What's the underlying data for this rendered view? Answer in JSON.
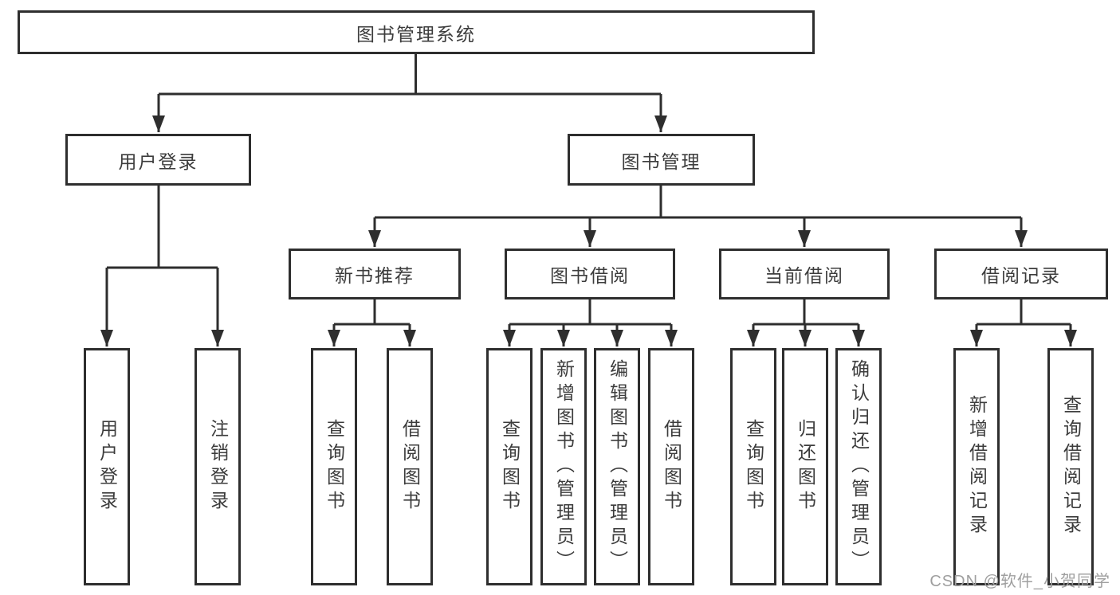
{
  "diagram": {
    "root": {
      "label": "图书管理系统"
    },
    "branches": {
      "user_login": {
        "label": "用户登录"
      },
      "book_mgmt": {
        "label": "图书管理"
      }
    },
    "modules": {
      "new_books": {
        "label": "新书推荐"
      },
      "book_borrow": {
        "label": "图书借阅"
      },
      "current_borrow": {
        "label": "当前借阅"
      },
      "borrow_records": {
        "label": "借阅记录"
      }
    },
    "leaves": {
      "user_login": [
        "用户登录",
        "注销登录"
      ],
      "new_books": [
        "查询图书",
        "借阅图书"
      ],
      "book_borrow": [
        "查询图书",
        "新增图书（管理员）",
        "编辑图书（管理员）",
        "借阅图书"
      ],
      "current_borrow": [
        "查询图书",
        "归还图书",
        "确认归还（管理员）"
      ],
      "borrow_records": [
        "新增借阅记录",
        "查询借阅记录"
      ]
    }
  },
  "watermark": {
    "text": "CSDN @软件_小贺同学"
  },
  "colors": {
    "line": "#333333",
    "border": "#2e2e2e",
    "text": "#3c3c3c",
    "watermark": "#9f9f9f",
    "background": "#ffffff"
  }
}
